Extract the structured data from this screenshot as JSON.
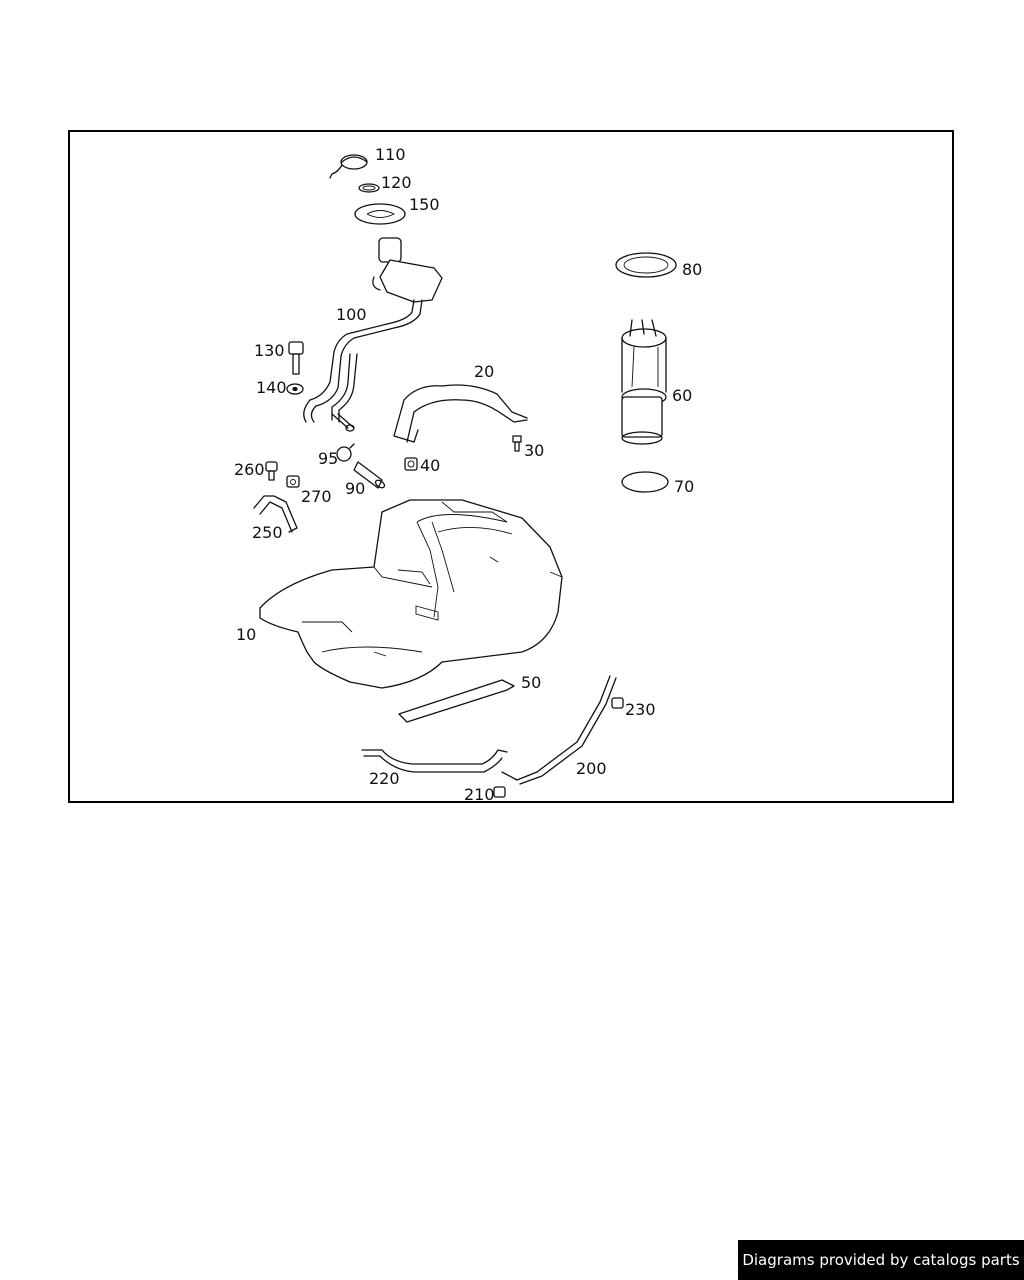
{
  "callouts": {
    "c110": "110",
    "c120": "120",
    "c150": "150",
    "c100": "100",
    "c130": "130",
    "c140": "140",
    "c20": "20",
    "c30": "30",
    "c95": "95",
    "c40": "40",
    "c90": "90",
    "c260": "260",
    "c270": "270",
    "c250": "250",
    "c10": "10",
    "c80": "80",
    "c60": "60",
    "c70": "70",
    "c50": "50",
    "c230": "230",
    "c220": "220",
    "c200": "200",
    "c210": "210"
  },
  "footer": {
    "credit": "Diagrams provided by catalogs parts"
  }
}
